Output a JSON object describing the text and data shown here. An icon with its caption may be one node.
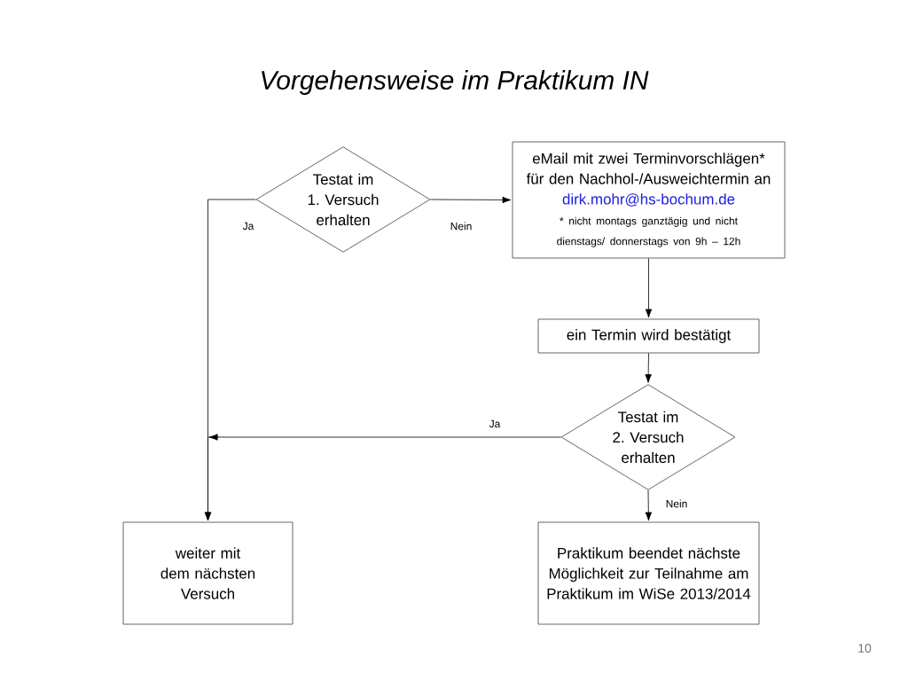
{
  "diagram": {
    "title": "Vorgehensweise im Praktikum IN",
    "nodes": [
      {
        "text": [
          "Testat im 1. Versuch erhalten"
        ]
      },
      {
        "text": [
          "eMail mit zwei Terminvorschlägen* für den Nachhol-/Ausweichtermin an",
          "dirk.mohr@hs-bochum.de",
          "* nicht montags ganztägig und nicht dienstags/ donnerstags von 9h – 12h"
        ]
      },
      {
        "text": [
          "ein Termin wird bestätigt"
        ]
      },
      {
        "text": [
          "Testat im 2. Versuch erhalten"
        ]
      },
      {
        "text": [
          "weiter mit dem nächsten Versuch"
        ]
      },
      {
        "text": [
          "Praktikum beendet nächste Möglichkeit zur Teilnahme am Praktikum im WiSe 2013/2014"
        ]
      }
    ],
    "edges": [
      {
        "from": 0,
        "to": 1,
        "arrow": "to",
        "label": "Nein"
      },
      {
        "from": 0,
        "to": 4,
        "arrow": "to",
        "label": "Ja"
      },
      {
        "from": 1,
        "to": 2,
        "arrow": "to"
      },
      {
        "from": 2,
        "to": 3,
        "arrow": "to"
      },
      {
        "from": 3,
        "to": 4,
        "arrow": "to",
        "label": "Ja"
      },
      {
        "from": 3,
        "to": 5,
        "arrow": "to",
        "label": "Nein"
      }
    ],
    "labels": [
      "10"
    ]
  }
}
